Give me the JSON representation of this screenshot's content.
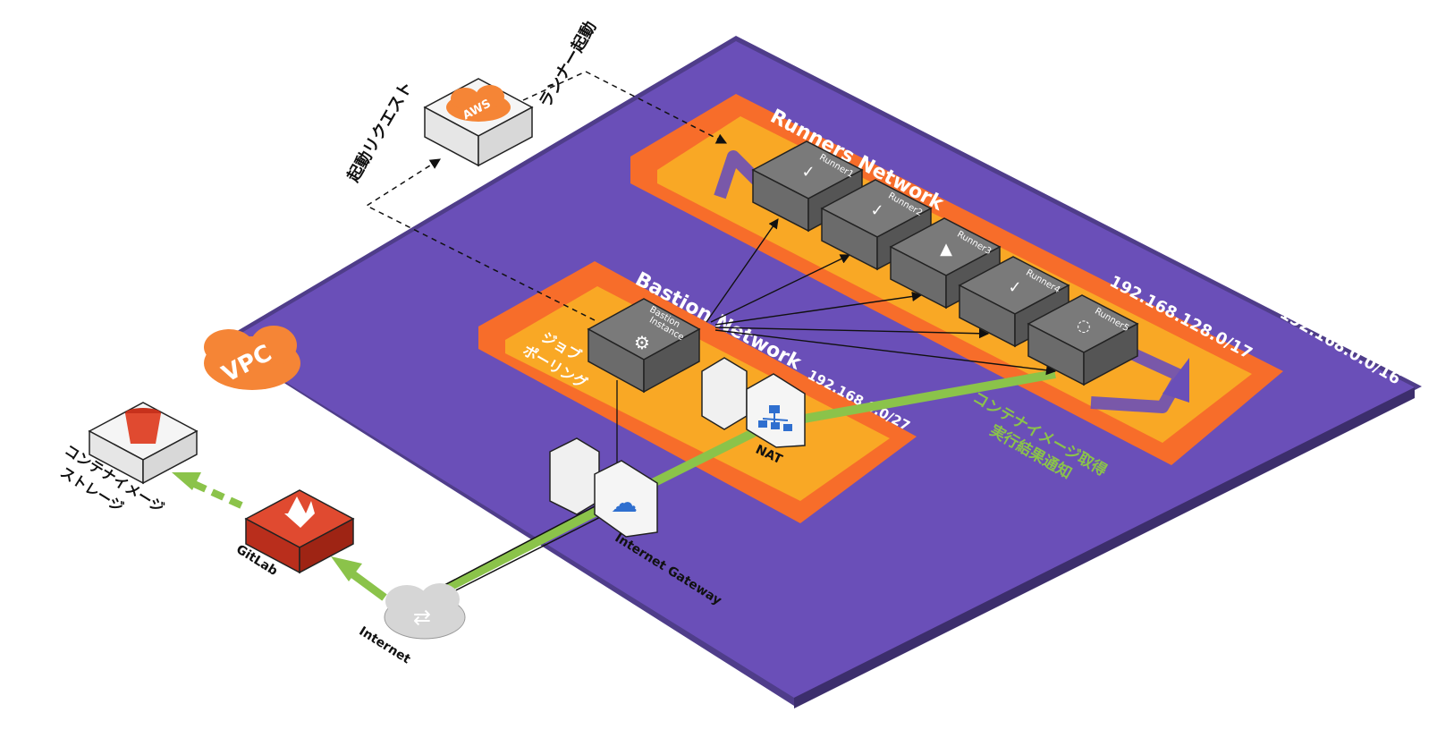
{
  "vpc": {
    "label": "VPC",
    "cidr": "192.168.0.0/16"
  },
  "runners_network": {
    "label": "Runners Network",
    "cidr": "192.168.128.0/17"
  },
  "bastion_network": {
    "label": "Bastion Network",
    "cidr": "192.168.0.0/27"
  },
  "bastion_instance": {
    "label_line1": "Bastion",
    "label_line2": "Instance"
  },
  "runners": [
    {
      "name": "Runner1",
      "status": "check-icon"
    },
    {
      "name": "Runner2",
      "status": "check-icon"
    },
    {
      "name": "Runner3",
      "status": "warning-icon"
    },
    {
      "name": "Runner4",
      "status": "check-icon"
    },
    {
      "name": "Runner5",
      "status": "loading-icon"
    }
  ],
  "aws": {
    "badge": "AWS"
  },
  "labels": {
    "launch_request": "起動リクエスト",
    "runner_launch": "ランナー起動",
    "job_polling_line1": "ジョブ",
    "job_polling_line2": "ポーリング",
    "image_fetch_line1": "コンテナイメージ取得",
    "image_fetch_line2": "実行結果通知",
    "storage_line1": "コンテナイメージ",
    "storage_line2": "ストレージ",
    "nat": "NAT",
    "internet_gateway": "Internet Gateway",
    "gitlab": "GitLab",
    "internet": "Internet"
  },
  "colors": {
    "vpc_outer": "#4f3d8a",
    "vpc_inner": "#6a4fb8",
    "subnet_orange": "#f76d2a",
    "subnet_yellow": "#f9a825",
    "box_gray": "#6e6e6e",
    "link_green": "#8bc34a",
    "gitlab_red": "#d33a24",
    "aws_orange": "#f58536"
  }
}
